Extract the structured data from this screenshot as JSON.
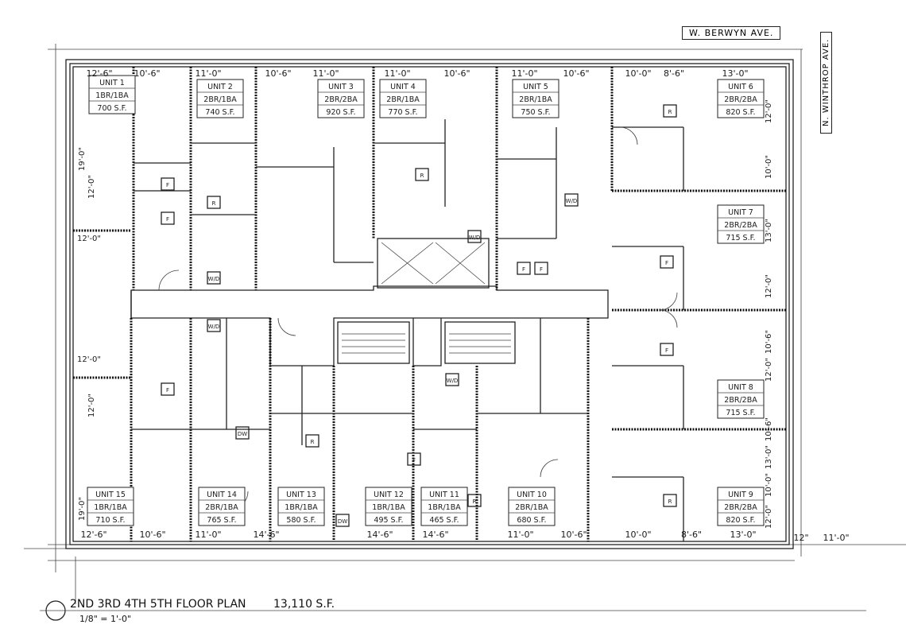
{
  "title": {
    "floors": "2ND 3RD 4TH 5TH FLOOR PLAN",
    "area": "13,110 S.F.",
    "scale": "1/8\" = 1'-0\""
  },
  "streets": {
    "north": "W. BERWYN AVE.",
    "east": "N. WINTHROP AVE."
  },
  "units": [
    {
      "name": "UNIT 1",
      "type": "1BR/1BA",
      "area": "700 S.F."
    },
    {
      "name": "UNIT 2",
      "type": "2BR/1BA",
      "area": "740 S.F."
    },
    {
      "name": "UNIT 3",
      "type": "2BR/2BA",
      "area": "920 S.F."
    },
    {
      "name": "UNIT 4",
      "type": "2BR/1BA",
      "area": "770 S.F."
    },
    {
      "name": "UNIT 5",
      "type": "2BR/1BA",
      "area": "750 S.F."
    },
    {
      "name": "UNIT 6",
      "type": "2BR/2BA",
      "area": "820 S.F."
    },
    {
      "name": "UNIT 7",
      "type": "2BR/2BA",
      "area": "715 S.F."
    },
    {
      "name": "UNIT 8",
      "type": "2BR/2BA",
      "area": "715 S.F."
    },
    {
      "name": "UNIT 9",
      "type": "2BR/2BA",
      "area": "820 S.F."
    },
    {
      "name": "UNIT 10",
      "type": "2BR/1BA",
      "area": "680 S.F."
    },
    {
      "name": "UNIT 11",
      "type": "1BR/1BA",
      "area": "465 S.F."
    },
    {
      "name": "UNIT 12",
      "type": "1BR/1BA",
      "area": "495 S.F."
    },
    {
      "name": "UNIT 13",
      "type": "1BR/1BA",
      "area": "580 S.F."
    },
    {
      "name": "UNIT 14",
      "type": "2BR/1BA",
      "area": "765 S.F."
    },
    {
      "name": "UNIT 15",
      "type": "1BR/1BA",
      "area": "710 S.F."
    }
  ],
  "dims_top": [
    "12'-6\"",
    "10'-6\"",
    "11'-0\"",
    "10'-6\"",
    "11'-0\"",
    "11'-0\"",
    "10'-6\"",
    "11'-0\"",
    "10'-6\"",
    "10'-0\"",
    "8'-6\"",
    "13'-0\""
  ],
  "dims_bottom": [
    "12'-6\"",
    "10'-6\"",
    "11'-0\"",
    "14'-6\"",
    "14'-6\"",
    "14'-6\"",
    "11'-0\"",
    "10'-6\"",
    "10'-0\"",
    "8'-6\"",
    "13'-0\"",
    "12\"",
    "11'-0\""
  ],
  "dims_right": [
    "12'-0\"",
    "10'-0\"",
    "13'-0\"",
    "12'-0\"",
    "10'-6\"",
    "12'-0\"",
    "10'-6\"",
    "13'-0\"",
    "10'-0\"",
    "12'-0\""
  ],
  "dims_left": [
    "19'-0\"",
    "12'-0\"",
    "12'-0\"",
    "12'-0\"",
    "12'-0\"",
    "19'-0\""
  ],
  "fixtures": {
    "fridge": "R",
    "furnace": "F",
    "washer_dryer": "W/D",
    "dishwasher": "DW"
  }
}
